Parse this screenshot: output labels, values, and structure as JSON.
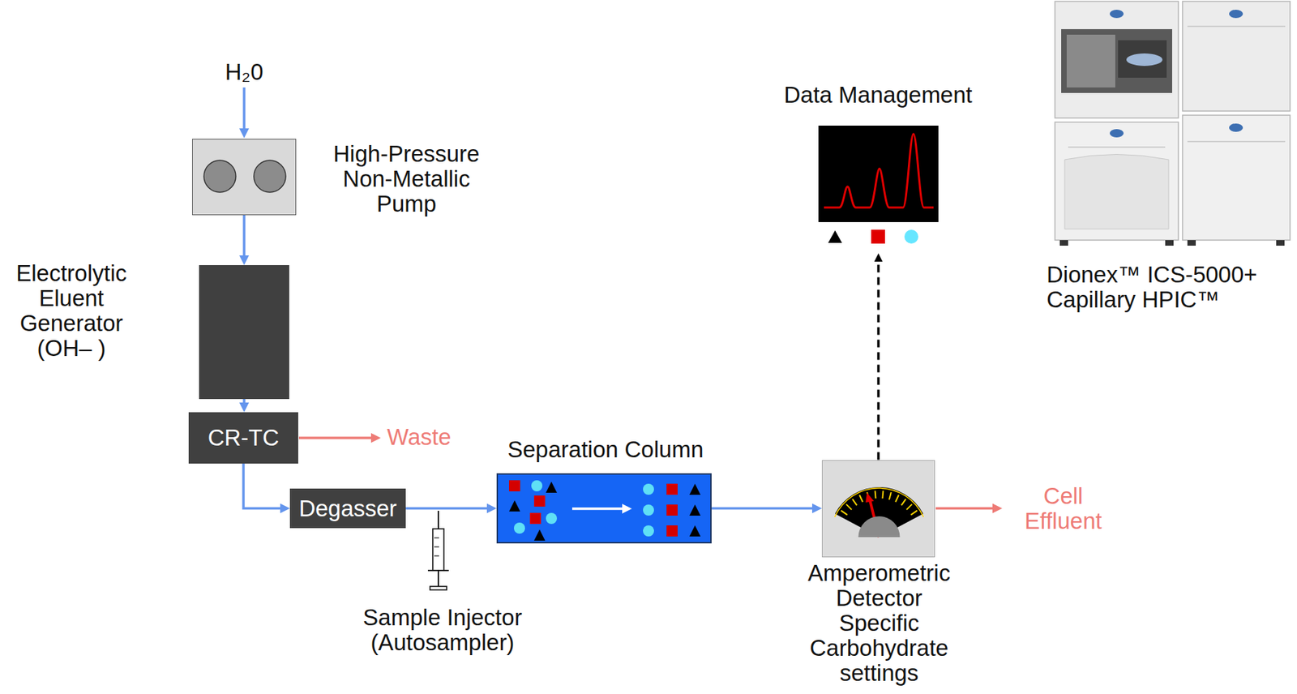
{
  "diagram": {
    "nodes": [
      {
        "text": [
          "High-Pressure Non-Metallic Pump"
        ]
      },
      {
        "text": [
          "Electrolytic Eluent Generator (OH– )"
        ]
      },
      {
        "text": [
          "CR-TC"
        ]
      },
      {
        "text": [
          "Degasser"
        ]
      },
      {
        "text": [
          "Separation Column"
        ]
      },
      {
        "text": [
          "Amperometric Detector Specific Carbohydrate settings"
        ]
      },
      {
        "text": [
          "Data Management"
        ]
      }
    ],
    "edges": [
      {
        "from": 0,
        "to": 1,
        "arrow": "to"
      },
      {
        "from": 1,
        "to": 2,
        "arrow": "to"
      },
      {
        "from": 2,
        "to": 3,
        "arrow": "to"
      },
      {
        "from": 3,
        "to": 4,
        "arrow": "to"
      },
      {
        "from": 4,
        "to": 5,
        "arrow": "to"
      },
      {
        "from": 5,
        "to": 6,
        "arrow": "to"
      }
    ],
    "labels": [
      "H₂0",
      "Waste",
      "Sample Injector (Autosampler)",
      "Cell Effluent",
      "Dionex™ ICS-5000+ Capillary HPIC™"
    ]
  }
}
